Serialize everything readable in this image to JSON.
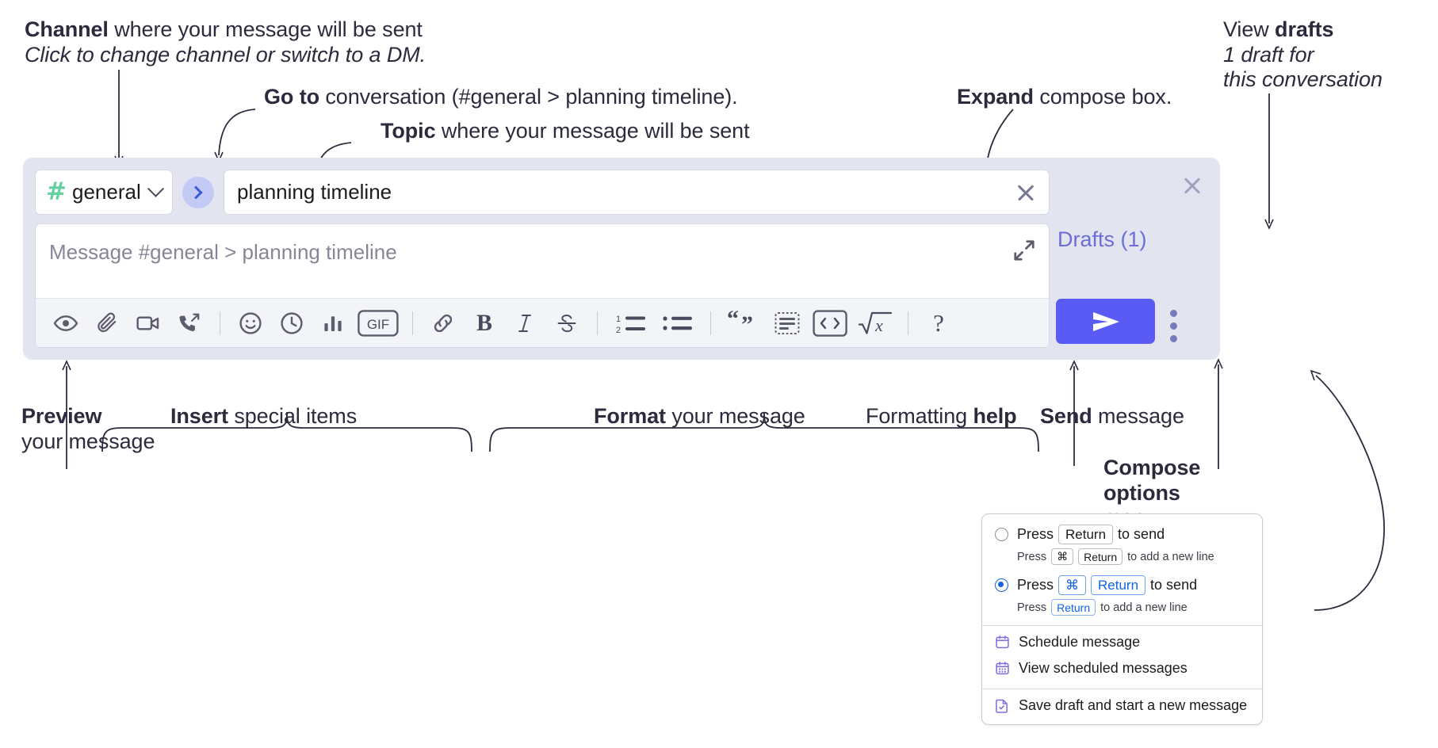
{
  "annotations": {
    "channel": {
      "bold": "Channel",
      "rest": " where your message will be sent",
      "italic": "Click to change channel or switch to a DM."
    },
    "goto": {
      "bold": "Go to",
      "rest": " conversation (#general > planning timeline)."
    },
    "topic": {
      "bold": "Topic",
      "rest": " where your message will be sent"
    },
    "expand": {
      "bold": "Expand",
      "rest": " compose box."
    },
    "drafts": {
      "lead": "View ",
      "bold": "drafts",
      "italic1": "1 draft for",
      "italic2": "this conversation"
    },
    "preview": {
      "bold": "Preview",
      "rest": "your message"
    },
    "insert": {
      "bold": "Insert",
      "rest": " special items"
    },
    "format": {
      "bold": "Format",
      "rest": " your message"
    },
    "formatting_help": {
      "lead": "Formatting ",
      "bold": "help"
    },
    "send": {
      "bold": "Send",
      "rest": " message"
    },
    "compose_options": {
      "bold1": "Compose",
      "bold2": "options",
      "rest": "menu"
    }
  },
  "compose": {
    "channel": {
      "hash": "#",
      "name": "general",
      "chevron": "chevron-down"
    },
    "goto_button": "go-to-conversation",
    "topic": {
      "value": "planning timeline",
      "clear": "clear-topic"
    },
    "message": {
      "placeholder": "Message #general > planning timeline"
    },
    "expand_label": "expand-compose-box",
    "toolbar": [
      {
        "name": "preview-icon",
        "label": "Preview"
      },
      {
        "name": "attachment-icon",
        "label": "Attach file"
      },
      {
        "name": "video-icon",
        "label": "Record video clip"
      },
      {
        "name": "audio-call-icon",
        "label": "Record audio clip"
      },
      {
        "name": "separator",
        "label": ""
      },
      {
        "name": "emoji-icon",
        "label": "Emoji"
      },
      {
        "name": "clock-icon",
        "label": "Reminder"
      },
      {
        "name": "poll-icon",
        "label": "Poll"
      },
      {
        "name": "gif-icon",
        "label": "GIF"
      },
      {
        "name": "separator",
        "label": ""
      },
      {
        "name": "link-icon",
        "label": "Link"
      },
      {
        "name": "bold-icon",
        "label": "B"
      },
      {
        "name": "italic-icon",
        "label": "I"
      },
      {
        "name": "strikethrough-icon",
        "label": "S"
      },
      {
        "name": "separator",
        "label": ""
      },
      {
        "name": "ordered-list-icon",
        "label": "Ordered list"
      },
      {
        "name": "bulleted-list-icon",
        "label": "Bulleted list"
      },
      {
        "name": "separator",
        "label": ""
      },
      {
        "name": "blockquote-icon",
        "label": "Blockquote"
      },
      {
        "name": "code-block-icon",
        "label": "Code block"
      },
      {
        "name": "inline-code-icon",
        "label": "Code"
      },
      {
        "name": "math-icon",
        "label": "Math"
      },
      {
        "name": "separator",
        "label": ""
      },
      {
        "name": "help-icon",
        "label": "?"
      }
    ],
    "drafts_link": "Drafts (1)",
    "send_button": "send-message",
    "kebab_button": "compose-options",
    "panel_close": "close-compose-panel"
  },
  "options_menu": {
    "option_1": {
      "title_pre": "Press",
      "key": "Return",
      "title_post": "to send",
      "sub_pre": "Press",
      "sub_key1": "⌘",
      "sub_key2": "Return",
      "sub_post": "to add a new line",
      "selected": false
    },
    "option_2": {
      "title_pre": "Press",
      "key1": "⌘",
      "key2": "Return",
      "title_post": "to send",
      "sub_pre": "Press",
      "sub_key": "Return",
      "sub_post": "to add a new line",
      "selected": true
    },
    "items": [
      {
        "icon": "calendar-icon",
        "label": "Schedule message"
      },
      {
        "icon": "calendar-grid-icon",
        "label": "View scheduled messages"
      },
      {
        "icon": "save-draft-icon",
        "label": "Save draft and start a new message"
      }
    ]
  },
  "colors": {
    "panel_bg": "#e2e4f0",
    "accent_purple": "#5a5af5",
    "drafts_text": "#6a6ed6",
    "hash_green": "#66d19e",
    "goto_circle": "#c3caf5",
    "radio_blue": "#1264e2",
    "menu_icon_purple": "#7a6fe0"
  }
}
